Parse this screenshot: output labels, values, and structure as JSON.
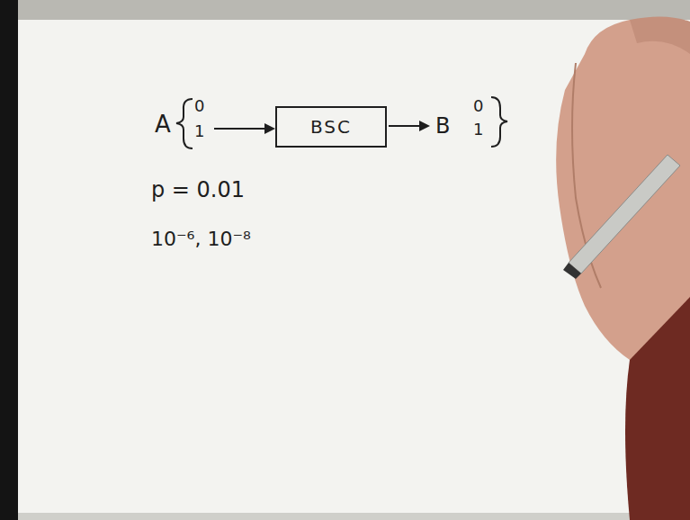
{
  "diagram": {
    "nodes": [
      {
        "text": [
          "BSC"
        ]
      }
    ],
    "labels": [
      "A",
      "0",
      "1",
      "B",
      "0",
      "1",
      "p = 0.01",
      "10⁻⁶, 10⁻⁸"
    ]
  }
}
